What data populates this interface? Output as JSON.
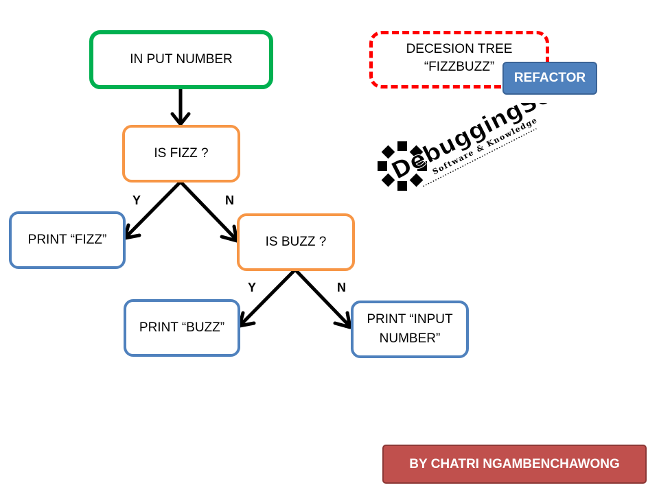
{
  "title": {
    "line1": "DECESION TREE",
    "line2": "“FIZZBUZZ”"
  },
  "badge": {
    "label": "REFACTOR",
    "color": "#4f81bd"
  },
  "logo": {
    "name": "DebuggingSoft",
    "tagline": "Software & Knowledge"
  },
  "nodes": {
    "input": {
      "label": "IN PUT NUMBER",
      "color": "#00b050"
    },
    "is_fizz": {
      "label": "IS FIZZ ?",
      "color": "#f79646"
    },
    "is_buzz": {
      "label": "IS BUZZ ?",
      "color": "#f79646"
    },
    "print_fizz": {
      "label": "PRINT “FIZZ”",
      "color": "#4f81bd"
    },
    "print_buzz": {
      "label": "PRINT “BUZZ”",
      "color": "#4f81bd"
    },
    "print_input": {
      "line1": "PRINT “INPUT",
      "line2": "NUMBER”",
      "color": "#4f81bd"
    }
  },
  "edges": {
    "fizz_yes": "Y",
    "fizz_no": "N",
    "buzz_yes": "Y",
    "buzz_no": "N"
  },
  "author": {
    "label": "BY CHATRI NGAMBENCHAWONG",
    "color": "#c0504d"
  }
}
